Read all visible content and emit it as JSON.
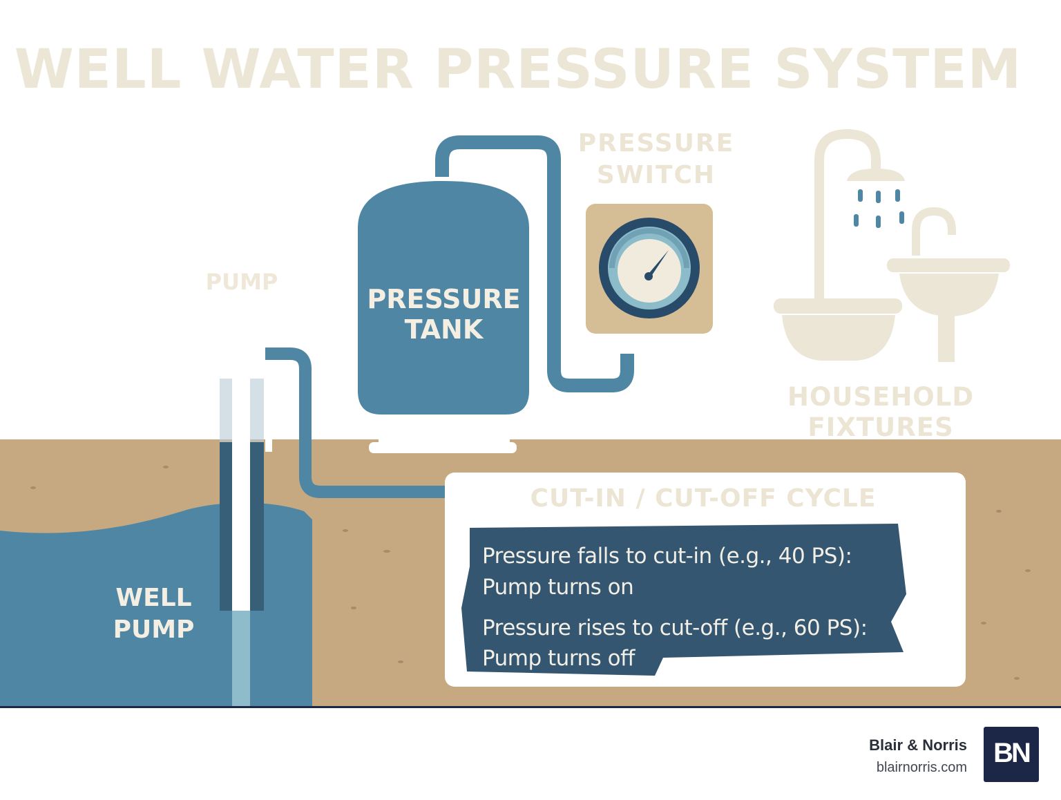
{
  "title": "WELL WATER PRESSURE SYSTEM",
  "labels": {
    "pump": "PUMP",
    "pressure_switch": [
      "PRESSURE",
      "SWITCH"
    ],
    "pressure_tank": [
      "PRESSURE",
      "TANK"
    ],
    "household_fixtures": [
      "HOUSEHOLD",
      "FIXTURES"
    ],
    "well_pump": [
      "WELL",
      "PUMP"
    ]
  },
  "cycle": {
    "title": "CUT-IN / CUT-OFF CYCLE",
    "lines": [
      "Pressure falls to cut-in (e.g., 40 PS):",
      "Pump turns on",
      "Pressure rises to cut-off (e.g., 60 PS):",
      "Pump turns off"
    ]
  },
  "brand": {
    "name": "Blair & Norris",
    "url": "blairnorris.com",
    "logo_text": "BN"
  },
  "colors": {
    "water_blue": "#4f86a3",
    "pipe_blue": "#4f86a3",
    "soil": "#c6a981",
    "cream": "#ece6d6",
    "navy_panel": "#345670",
    "logo_bg": "#1c2747"
  }
}
